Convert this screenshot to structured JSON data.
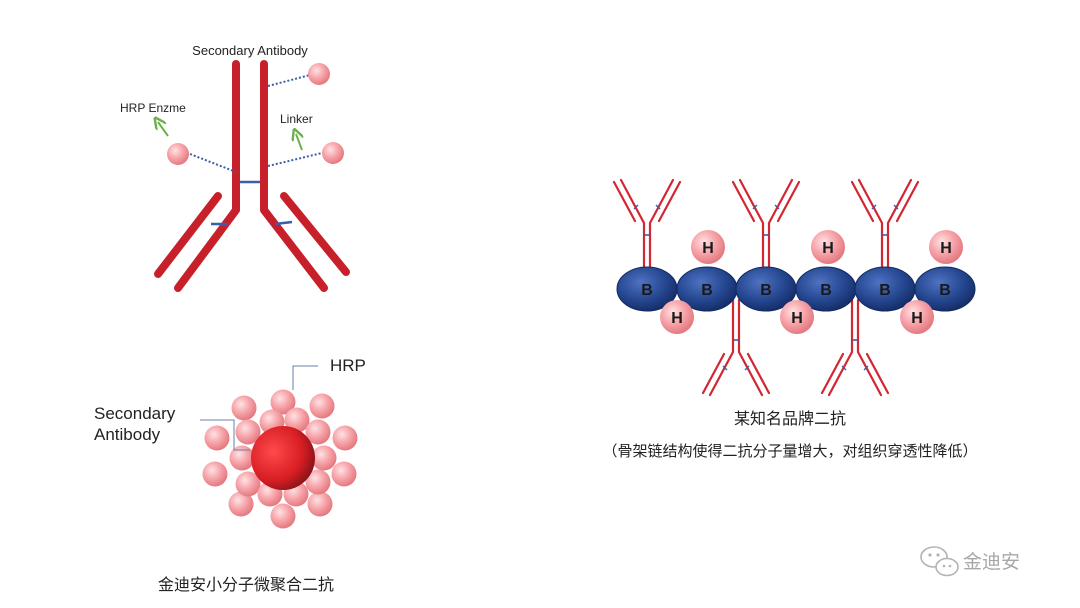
{
  "panel_top_left": {
    "label_secondary_antibody": "Secondary Antibody",
    "label_hrp_enzyme": "HRP Enzme",
    "label_linker": "Linker"
  },
  "panel_bottom_left": {
    "label_hrp": "HRP",
    "label_secondary_line1": "Secondary",
    "label_secondary_line2": "Antibody",
    "caption": "金迪安小分子微聚合二抗"
  },
  "panel_right": {
    "backbone_label": "B",
    "hrp_label": "H",
    "caption_line1": "某知名品牌二抗",
    "caption_line2": "（骨架链结构使得二抗分子量增大，对组织穿透性降低）"
  },
  "watermark": {
    "text": "金迪安",
    "icon": "wechat-icon"
  },
  "colors": {
    "antibody_red": "#c8202b",
    "linker_blue": "#3a5ea8",
    "hrp_pink": "#f29a9f",
    "backbone_blue": "#22418a",
    "arrow_green": "#6ab04c",
    "core_red": "#d81e24"
  }
}
